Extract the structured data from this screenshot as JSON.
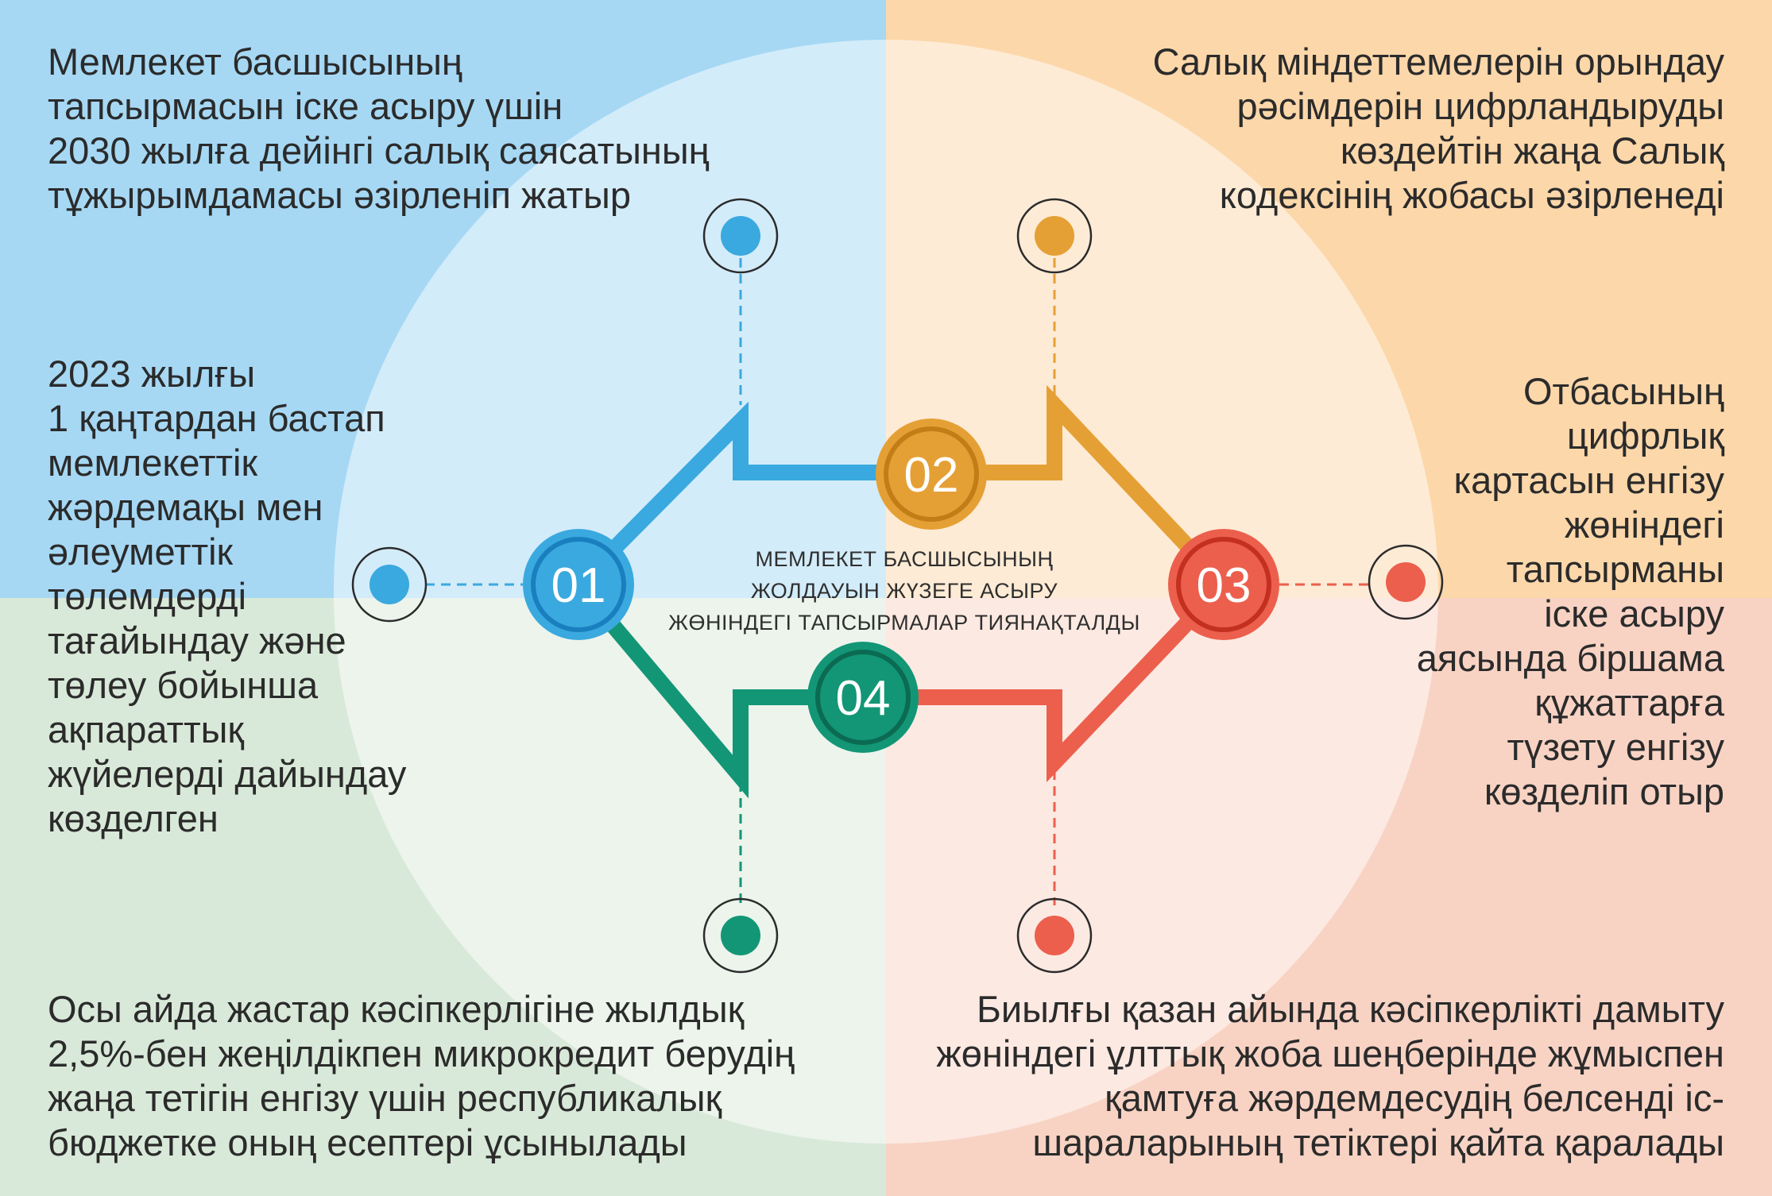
{
  "colors": {
    "q_top_left": "#a6d8f4",
    "q_top_right": "#fcd7aa",
    "q_bottom_left": "#d9e9d9",
    "q_bottom_right": "#f8d3c4",
    "blue": "#3aa9df",
    "orange": "#e5a035",
    "red": "#ec5f4d",
    "green": "#139676"
  },
  "center_caption": [
    "МЕМЛЕКЕТ БАСШЫСЫНЫҢ",
    "ЖОЛДАУЫН ЖҮЗЕГЕ АСЫРУ",
    "ЖӨНІНДЕГІ ТАПСЫРМАЛАР ТИЯНАҚТАЛДЫ"
  ],
  "steps": [
    {
      "number": "01"
    },
    {
      "number": "02"
    },
    {
      "number": "03"
    },
    {
      "number": "04"
    }
  ],
  "blocks": {
    "top_left": [
      "Мемлекет басшысының",
      "тапсырмасын іске асыру үшін",
      "2030 жылға дейінгі салық саясатының",
      "тұжырымдамасы әзірленіп жатыр"
    ],
    "top_right": [
      "Салық міндеттемелерін орындау",
      "рәсімдерін цифрландыруды",
      "көздейтін жаңа Салық",
      "кодексінің жобасы әзірленеді"
    ],
    "middle_left": [
      "2023 жылғы",
      "1 қаңтардан бастап",
      "мемлекеттік",
      "жәрдемақы мен",
      "әлеуметтік",
      "төлемдерді",
      "тағайындау және",
      "төлеу бойынша",
      "ақпараттық",
      "жүйелерді дайындау",
      "көзделген"
    ],
    "middle_right": [
      "Отбасының",
      "цифрлық",
      "картасын енгізу",
      "жөніндегі",
      "тапсырманы",
      "іске асыру",
      "аясында біршама",
      "құжаттарға",
      "түзету енгізу",
      "көзделіп отыр"
    ],
    "bottom_left": [
      "Осы айда жастар кәсіпкерлігіне жылдық",
      "2,5%-бен жеңілдікпен микрокредит берудің",
      "жаңа тетігін енгізу үшін республикалық",
      "бюджетке оның есептері ұсынылады"
    ],
    "bottom_right": [
      "Биылғы қазан айында кәсіпкерлікті дамыту",
      "жөніндегі ұлттық жоба шеңберінде жұмыспен",
      "қамтуға жәрдемдесудің белсенді іс-",
      "шараларының тетіктері қайта қаралады"
    ]
  }
}
